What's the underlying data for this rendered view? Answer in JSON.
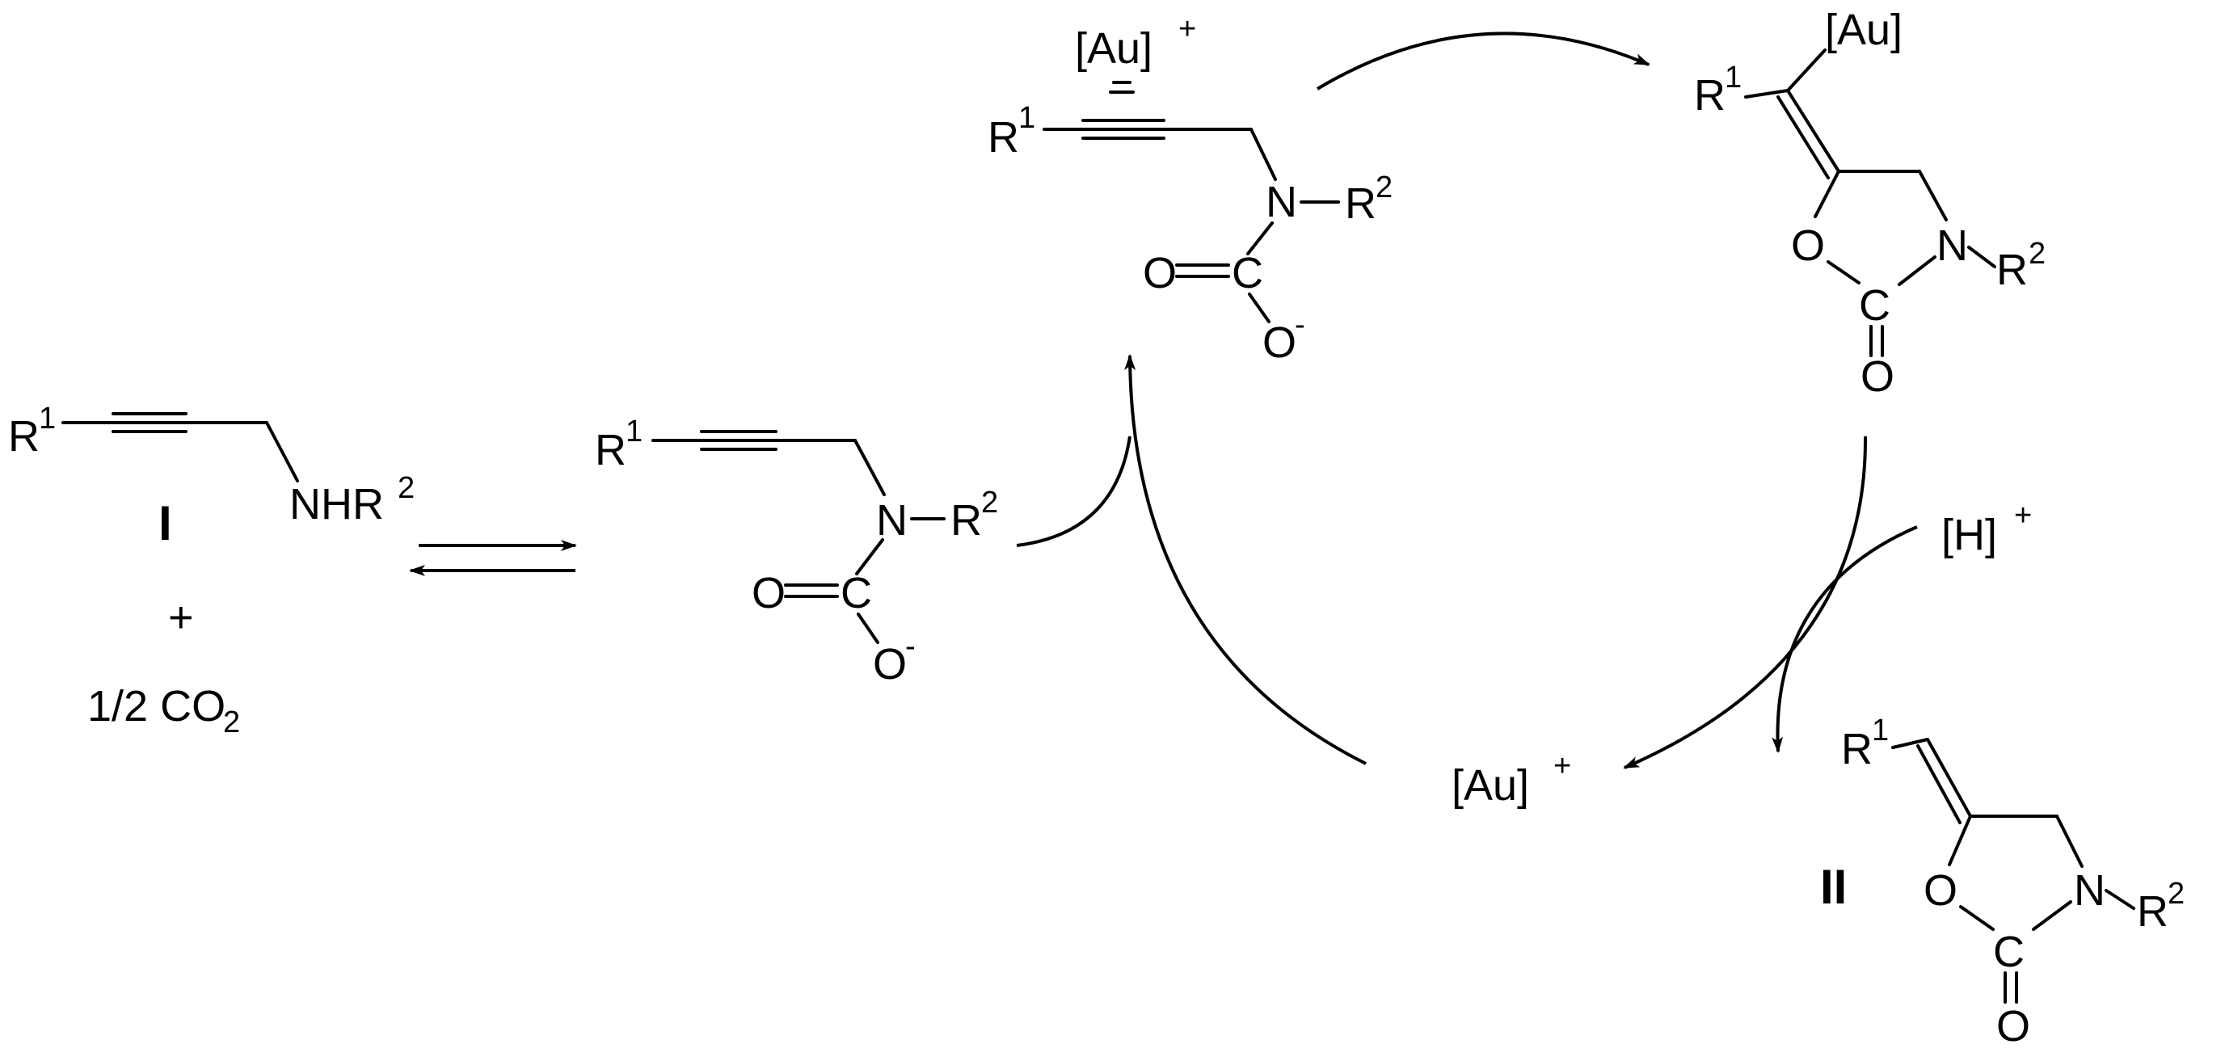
{
  "labels": {
    "r1": "R",
    "sup1": "1",
    "sup2": "2",
    "r2": "R",
    "nh_r2": "NHR",
    "n": "N",
    "o": "O",
    "c": "C",
    "o_minus": "O",
    "minus": "-",
    "plus_sign": "+",
    "au_plus": "[Au]",
    "au": "[Au]",
    "h_plus": "[H]",
    "cation": "+",
    "half_co2": "1/2 CO",
    "co2_sub": "2",
    "eq_sign": "="
  },
  "compounds": {
    "start": "I",
    "product": "II"
  },
  "colors": {
    "ink": "#000000",
    "background": "#ffffff"
  }
}
